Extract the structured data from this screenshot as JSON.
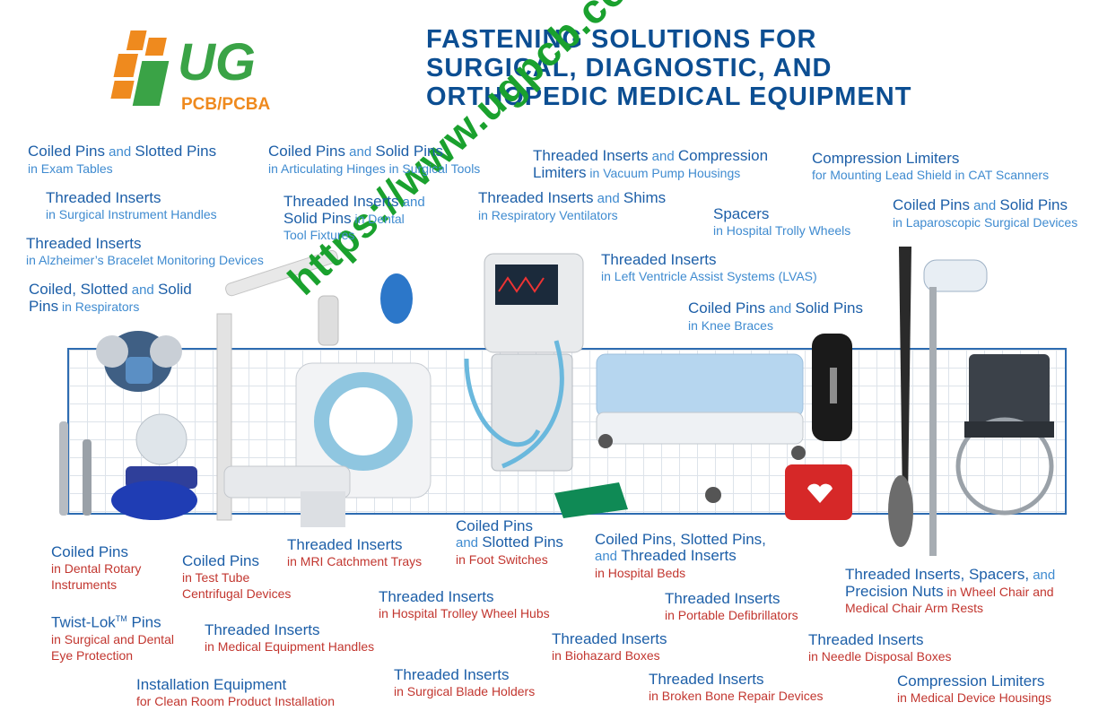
{
  "title": {
    "line1": "FASTENING SOLUTIONS FOR",
    "line2": "SURGICAL, DIAGNOSTIC, AND",
    "line3": "ORTHOPEDIC MEDICAL EQUIPMENT"
  },
  "logo": {
    "brand": "UG",
    "sub": "PCB/PCBA"
  },
  "watermark": "https://www.ugpcb.com",
  "colors": {
    "heading_blue": "#1d5fa8",
    "sub_blue": "#3f8bd0",
    "sub_red": "#c2362f",
    "title_blue": "#0c4e92"
  },
  "labels": {
    "exam_tables": {
      "h1": "Coiled Pins",
      "w1": " and ",
      "h2": "Slotted Pins",
      "sub": "in Exam Tables"
    },
    "instrument_handles": {
      "h1": "Threaded Inserts",
      "sub": "in Surgical Instrument Handles"
    },
    "alzheimers": {
      "h1": "Threaded Inserts",
      "sub": "in Alzheimer’s Bracelet Monitoring Devices"
    },
    "respirators": {
      "h1": "Coiled, Slotted",
      "w1": " and ",
      "h2": "Solid",
      "h3": "Pins",
      "sub": " in Respirators"
    },
    "hinges": {
      "h1": "Coiled Pins",
      "w1": " and ",
      "h2": "Solid Pins",
      "sub": "in Articulating Hinges in Surgical Tools"
    },
    "dental_fixtures": {
      "h1": "Threaded Inserts",
      "w1": " and",
      "h2": "Solid Pins",
      "sub1": " in Dental",
      "sub2": "Tool Fixtures"
    },
    "vacuum_pump": {
      "h1": "Threaded Inserts",
      "w1": " and ",
      "h2": "Compression",
      "h3": "Limiters",
      "sub": " in Vacuum Pump Housings"
    },
    "ventilators": {
      "h1": "Threaded Inserts",
      "w1": " and ",
      "h2": "Shims",
      "sub": "in Respiratory Ventilators"
    },
    "cat_scanners": {
      "h1": "Compression Limiters",
      "sub": "for Mounting Lead Shield in CAT Scanners"
    },
    "trolly_wheels": {
      "h1": "Spacers",
      "sub": "in Hospital Trolly Wheels"
    },
    "laparoscopic": {
      "h1": "Coiled Pins",
      "w1": " and ",
      "h2": "Solid Pins",
      "sub": "in Laparoscopic Surgical Devices"
    },
    "lvas": {
      "h1": "Threaded Inserts",
      "sub": "in Left Ventricle Assist Systems (LVAS)"
    },
    "knee_braces": {
      "h1": "Coiled Pins",
      "w1": " and ",
      "h2": "Solid Pins",
      "sub": "in Knee Braces"
    },
    "dental_rotary": {
      "h1": "Coiled Pins",
      "sub1": "in Dental Rotary",
      "sub2": "Instruments"
    },
    "test_tube": {
      "h1": "Coiled Pins",
      "sub1": "in Test Tube",
      "sub2": "Centrifugal Devices"
    },
    "mri_trays": {
      "h1": "Threaded Inserts",
      "sub": "in MRI Catchment Trays"
    },
    "foot_switches": {
      "h1": "Coiled Pins",
      "w1": "and ",
      "h2": "Slotted Pins",
      "sub": "in Foot Switches"
    },
    "hospital_beds": {
      "h1": "Coiled Pins, Slotted Pins,",
      "w1": "and ",
      "h2": "Threaded Inserts",
      "sub": "in Hospital Beds"
    },
    "wheel_chair": {
      "h1": "Threaded Inserts, Spacers,",
      "w1": " and",
      "h2": "Precision Nuts",
      "sub1": " in Wheel Chair and",
      "sub2": "Medical Chair Arm Rests"
    },
    "twist_lok": {
      "h1": "Twist-Lok",
      "tm": "TM",
      "h2": " Pins",
      "sub1": "in Surgical and Dental",
      "sub2": "Eye Protection"
    },
    "equipment_handles": {
      "h1": "Threaded Inserts",
      "sub": "in Medical Equipment Handles"
    },
    "trolley_hubs": {
      "h1": "Threaded Inserts",
      "sub": "in Hospital Trolley Wheel Hubs"
    },
    "defibrillators": {
      "h1": "Threaded Inserts",
      "sub": "in Portable Defibrillators"
    },
    "biohazard": {
      "h1": "Threaded Inserts",
      "sub": "in Biohazard Boxes"
    },
    "needle_disposal": {
      "h1": "Threaded Inserts",
      "sub": "in Needle Disposal Boxes"
    },
    "installation": {
      "h1": "Installation Equipment",
      "sub": "for Clean Room Product Installation"
    },
    "blade_holders": {
      "h1": "Threaded Inserts",
      "sub": "in Surgical Blade Holders"
    },
    "bone_repair": {
      "h1": "Threaded Inserts",
      "sub": "in Broken Bone Repair Devices"
    },
    "device_housings": {
      "h1": "Compression Limiters",
      "sub": "in Medical Device Housings"
    }
  }
}
